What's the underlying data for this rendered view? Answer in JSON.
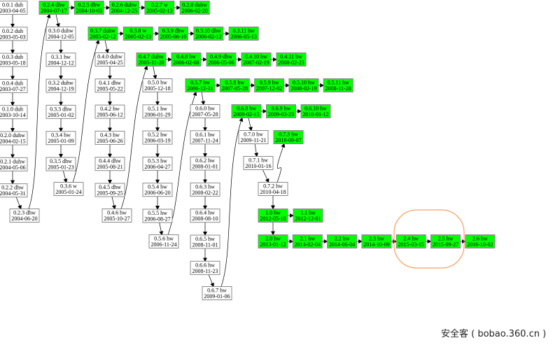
{
  "colors": {
    "released": "#00ff00",
    "dev": "#ffffff",
    "highlight": "#ff8a3d"
  },
  "nodes": [
    {
      "id": "0.0.1",
      "tag": "duh",
      "date": "2003-04-05",
      "released": false
    },
    {
      "id": "0.0.2",
      "tag": "duh",
      "date": "2003-05-03",
      "released": false
    },
    {
      "id": "0.0.3",
      "tag": "duh",
      "date": "2003-05-18",
      "released": false
    },
    {
      "id": "0.0.4",
      "tag": "duh",
      "date": "2003-07-27",
      "released": false
    },
    {
      "id": "0.1.0",
      "tag": "duh",
      "date": "2003-10-14",
      "released": false
    },
    {
      "id": "0.2.0",
      "tag": "duhw",
      "date": "2004-02-15",
      "released": false
    },
    {
      "id": "0.2.1",
      "tag": "duhw",
      "date": "2004-05-06",
      "released": false
    },
    {
      "id": "0.2.2",
      "tag": "dhw",
      "date": "2004-05-31",
      "released": false
    },
    {
      "id": "0.2.3",
      "tag": "dhw",
      "date": "2004-06-20",
      "released": false
    },
    {
      "id": "0.2.4",
      "tag": "dhw",
      "date": "2004-07-17",
      "released": true
    },
    {
      "id": "0.2.5",
      "tag": "dhw",
      "date": "2004-10-03",
      "released": true
    },
    {
      "id": "0.2.6",
      "tag": "duhw",
      "date": "2004-12-25",
      "released": true
    },
    {
      "id": "0.2.7",
      "tag": "w",
      "date": "2005-02-13",
      "released": true
    },
    {
      "id": "0.2.8",
      "tag": "duhw",
      "date": "2006-02-20",
      "released": true
    },
    {
      "id": "0.3.0",
      "tag": "duhw",
      "date": "2004-12-05",
      "released": false
    },
    {
      "id": "0.3.1",
      "tag": "hw",
      "date": "2004-12-12",
      "released": false
    },
    {
      "id": "0.3.2",
      "tag": "duhw",
      "date": "2004-12-19",
      "released": false
    },
    {
      "id": "0.3.3",
      "tag": "dhw",
      "date": "2005-01-02",
      "released": false
    },
    {
      "id": "0.3.4",
      "tag": "hw",
      "date": "2005-01-09",
      "released": false
    },
    {
      "id": "0.3.5",
      "tag": "dhw",
      "date": "2005-01-23",
      "released": false
    },
    {
      "id": "0.3.6",
      "tag": "w",
      "date": "2005-01-24",
      "released": false
    },
    {
      "id": "0.3.7",
      "tag": "duhw",
      "date": "2005-02-12",
      "released": true
    },
    {
      "id": "0.3.8",
      "tag": "w",
      "date": "2005-02-13",
      "released": true
    },
    {
      "id": "0.3.9",
      "tag": "dhw",
      "date": "2005-06-10",
      "released": true
    },
    {
      "id": "0.3.10",
      "tag": "dhw",
      "date": "2006-02-12",
      "released": true
    },
    {
      "id": "0.3.11",
      "tag": "hw",
      "date": "2006-05-13",
      "released": true
    },
    {
      "id": "0.4.0",
      "tag": "duhw",
      "date": "2005-04-25",
      "released": false
    },
    {
      "id": "0.4.1",
      "tag": "dhw",
      "date": "2005-05-22",
      "released": false
    },
    {
      "id": "0.4.2",
      "tag": "hw",
      "date": "2005-06-12",
      "released": false
    },
    {
      "id": "0.4.3",
      "tag": "hw",
      "date": "2005-06-26",
      "released": false
    },
    {
      "id": "0.4.4",
      "tag": "dhw",
      "date": "2005-08-21",
      "released": false
    },
    {
      "id": "0.4.5",
      "tag": "dhw",
      "date": "2005-09-25",
      "released": false
    },
    {
      "id": "0.4.6",
      "tag": "hw",
      "date": "2005-10-27",
      "released": false
    },
    {
      "id": "0.4.7",
      "tag": "duhw",
      "date": "2005-11-20",
      "released": true
    },
    {
      "id": "0.4.8",
      "tag": "hw",
      "date": "2006-02-08",
      "released": true
    },
    {
      "id": "0.4.9",
      "tag": "dhw",
      "date": "2006-05-06",
      "released": true
    },
    {
      "id": "0.4.10",
      "tag": "hw",
      "date": "2007-02-19",
      "released": true
    },
    {
      "id": "0.4.11",
      "tag": "hw",
      "date": "2008-02-23",
      "released": true
    },
    {
      "id": "0.5.0",
      "tag": "hw",
      "date": "2005-12-18",
      "released": false
    },
    {
      "id": "0.5.1",
      "tag": "hw",
      "date": "2006-01-29",
      "released": false
    },
    {
      "id": "0.5.2",
      "tag": "hw",
      "date": "2006-03-19",
      "released": false
    },
    {
      "id": "0.5.3",
      "tag": "hw",
      "date": "2006-04-27",
      "released": false
    },
    {
      "id": "0.5.4",
      "tag": "hw",
      "date": "2006-06-20",
      "released": false
    },
    {
      "id": "0.5.5",
      "tag": "hw",
      "date": "2006-08-27",
      "released": false
    },
    {
      "id": "0.5.6",
      "tag": "hw",
      "date": "2006-11-24",
      "released": false
    },
    {
      "id": "0.5.7",
      "tag": "hw",
      "date": "2006-12-31",
      "released": true
    },
    {
      "id": "0.5.8",
      "tag": "hw",
      "date": "2007-05-28",
      "released": true
    },
    {
      "id": "0.5.9",
      "tag": "hw",
      "date": "2007-12-02",
      "released": true
    },
    {
      "id": "0.5.10",
      "tag": "hw",
      "date": "2008-02-19",
      "released": true
    },
    {
      "id": "0.5.11",
      "tag": "hw",
      "date": "2008-11-28",
      "released": true
    },
    {
      "id": "0.6.0",
      "tag": "hw",
      "date": "2007-05-28",
      "released": false
    },
    {
      "id": "0.6.1",
      "tag": "hw",
      "date": "2007-11-24",
      "released": false
    },
    {
      "id": "0.6.2",
      "tag": "hw",
      "date": "2008-01-01",
      "released": false
    },
    {
      "id": "0.6.3",
      "tag": "hw",
      "date": "2008-02-22",
      "released": false
    },
    {
      "id": "0.6.4",
      "tag": "hw",
      "date": "2008-08-10",
      "released": false
    },
    {
      "id": "0.6.5",
      "tag": "hw",
      "date": "2008-11-01",
      "released": false
    },
    {
      "id": "0.6.6",
      "tag": "hw",
      "date": "2008-11-23",
      "released": false
    },
    {
      "id": "0.6.7",
      "tag": "hw",
      "date": "2009-01-06",
      "released": false
    },
    {
      "id": "0.6.8",
      "tag": "hw",
      "date": "2009-02-15",
      "released": true
    },
    {
      "id": "0.6.9",
      "tag": "hw",
      "date": "2009-03-23",
      "released": true
    },
    {
      "id": "0.6.10",
      "tag": "hw",
      "date": "2010-01-12",
      "released": true
    },
    {
      "id": "0.7.0",
      "tag": "hw",
      "date": "2009-11-21",
      "released": false
    },
    {
      "id": "0.7.1",
      "tag": "hw",
      "date": "2010-01-16",
      "released": false
    },
    {
      "id": "0.7.2",
      "tag": "hw",
      "date": "2010-04-18",
      "released": false
    },
    {
      "id": "0.7.3",
      "tag": "hw",
      "date": "2010-09-07",
      "released": true
    },
    {
      "id": "1.0",
      "tag": "hw",
      "date": "2012-05-10",
      "released": true
    },
    {
      "id": "1.1",
      "tag": "hw",
      "date": "2012-12-01",
      "released": true
    },
    {
      "id": "2.0",
      "tag": "hw",
      "date": "2013-01-12",
      "released": true
    },
    {
      "id": "2.1",
      "tag": "hw",
      "date": "2014-02-04",
      "released": true
    },
    {
      "id": "2.2",
      "tag": "hw",
      "date": "2014-06-04",
      "released": true
    },
    {
      "id": "2.3",
      "tag": "hw",
      "date": "2014-10-09",
      "released": true
    },
    {
      "id": "2.4",
      "tag": "hw",
      "date": "2015-03-15",
      "released": true
    },
    {
      "id": "2.5",
      "tag": "hw",
      "date": "2015-09-27",
      "released": true
    },
    {
      "id": "2.6",
      "tag": "hw",
      "date": "2016-10-02",
      "released": true
    }
  ],
  "edges": [
    [
      "0.0.1",
      "0.0.2"
    ],
    [
      "0.0.2",
      "0.0.3"
    ],
    [
      "0.0.3",
      "0.0.4"
    ],
    [
      "0.0.4",
      "0.1.0"
    ],
    [
      "0.1.0",
      "0.2.0"
    ],
    [
      "0.2.0",
      "0.2.1"
    ],
    [
      "0.2.1",
      "0.2.2"
    ],
    [
      "0.2.2",
      "0.2.3"
    ],
    [
      "0.2.3",
      "0.2.4"
    ],
    [
      "0.2.4",
      "0.2.5"
    ],
    [
      "0.2.5",
      "0.2.6"
    ],
    [
      "0.2.6",
      "0.2.7"
    ],
    [
      "0.2.7",
      "0.2.8"
    ],
    [
      "0.2.4",
      "0.3.0"
    ],
    [
      "0.3.0",
      "0.3.1"
    ],
    [
      "0.3.1",
      "0.3.2"
    ],
    [
      "0.3.2",
      "0.3.3"
    ],
    [
      "0.3.3",
      "0.3.4"
    ],
    [
      "0.3.4",
      "0.3.5"
    ],
    [
      "0.3.5",
      "0.3.6"
    ],
    [
      "0.3.6",
      "0.3.7"
    ],
    [
      "0.3.7",
      "0.3.8"
    ],
    [
      "0.3.8",
      "0.3.9"
    ],
    [
      "0.3.9",
      "0.3.10"
    ],
    [
      "0.3.10",
      "0.3.11"
    ],
    [
      "0.3.7",
      "0.4.0"
    ],
    [
      "0.4.0",
      "0.4.1"
    ],
    [
      "0.4.1",
      "0.4.2"
    ],
    [
      "0.4.2",
      "0.4.3"
    ],
    [
      "0.4.3",
      "0.4.4"
    ],
    [
      "0.4.4",
      "0.4.5"
    ],
    [
      "0.4.5",
      "0.4.6"
    ],
    [
      "0.4.6",
      "0.4.7"
    ],
    [
      "0.4.7",
      "0.4.8"
    ],
    [
      "0.4.8",
      "0.4.9"
    ],
    [
      "0.4.9",
      "0.4.10"
    ],
    [
      "0.4.10",
      "0.4.11"
    ],
    [
      "0.4.7",
      "0.5.0"
    ],
    [
      "0.5.0",
      "0.5.1"
    ],
    [
      "0.5.1",
      "0.5.2"
    ],
    [
      "0.5.2",
      "0.5.3"
    ],
    [
      "0.5.3",
      "0.5.4"
    ],
    [
      "0.5.4",
      "0.5.5"
    ],
    [
      "0.5.5",
      "0.5.6"
    ],
    [
      "0.5.6",
      "0.5.7"
    ],
    [
      "0.5.7",
      "0.5.8"
    ],
    [
      "0.5.8",
      "0.5.9"
    ],
    [
      "0.5.9",
      "0.5.10"
    ],
    [
      "0.5.10",
      "0.5.11"
    ],
    [
      "0.5.7",
      "0.6.0"
    ],
    [
      "0.6.0",
      "0.6.1"
    ],
    [
      "0.6.1",
      "0.6.2"
    ],
    [
      "0.6.2",
      "0.6.3"
    ],
    [
      "0.6.3",
      "0.6.4"
    ],
    [
      "0.6.4",
      "0.6.5"
    ],
    [
      "0.6.5",
      "0.6.6"
    ],
    [
      "0.6.6",
      "0.6.7"
    ],
    [
      "0.6.7",
      "0.6.8"
    ],
    [
      "0.6.8",
      "0.6.9"
    ],
    [
      "0.6.9",
      "0.6.10"
    ],
    [
      "0.6.8",
      "0.7.0"
    ],
    [
      "0.7.0",
      "0.7.1"
    ],
    [
      "0.7.1",
      "0.7.2"
    ],
    [
      "0.7.2",
      "0.7.3"
    ],
    [
      "0.7.2",
      "1.0"
    ],
    [
      "1.0",
      "1.1"
    ],
    [
      "1.0",
      "2.0"
    ],
    [
      "2.0",
      "2.1"
    ],
    [
      "2.1",
      "2.2"
    ],
    [
      "2.2",
      "2.3"
    ],
    [
      "2.3",
      "2.4"
    ],
    [
      "2.4",
      "2.5"
    ],
    [
      "2.5",
      "2.6"
    ]
  ],
  "highlight_group": [
    "2.4",
    "2.5"
  ],
  "watermark": "安全客 ( bobao.360.cn )"
}
